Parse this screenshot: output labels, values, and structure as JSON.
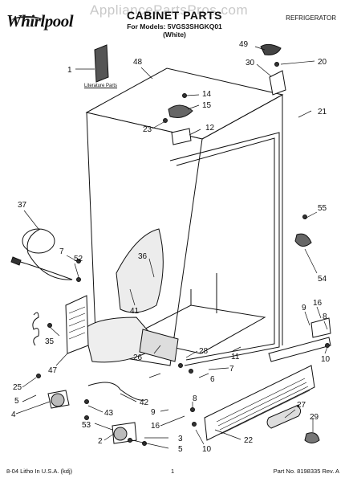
{
  "header": {
    "watermark": "AppliancePartsPros.com",
    "brand": "Whirlpool",
    "title": "CABINET PARTS",
    "models_line": "For Models: 5VGS3SHGKQ01",
    "color_line": "(White)",
    "category": "REFRIGERATOR"
  },
  "literature_label": "Literature Parts",
  "callouts": [
    "1",
    "48",
    "49",
    "30",
    "20",
    "14",
    "15",
    "23",
    "12",
    "21",
    "37",
    "55",
    "7",
    "52",
    "36",
    "41",
    "54",
    "9",
    "16",
    "8",
    "35",
    "47",
    "26",
    "28",
    "11",
    "6",
    "7",
    "10",
    "25",
    "5",
    "4",
    "42",
    "43",
    "53",
    "9",
    "8",
    "27",
    "16",
    "3",
    "29",
    "2",
    "10",
    "5",
    "22"
  ],
  "footer": {
    "left": "8-04 Litho In U.S.A. (kdj)",
    "center": "1",
    "right": "Part No. 8198335 Rev. A"
  }
}
